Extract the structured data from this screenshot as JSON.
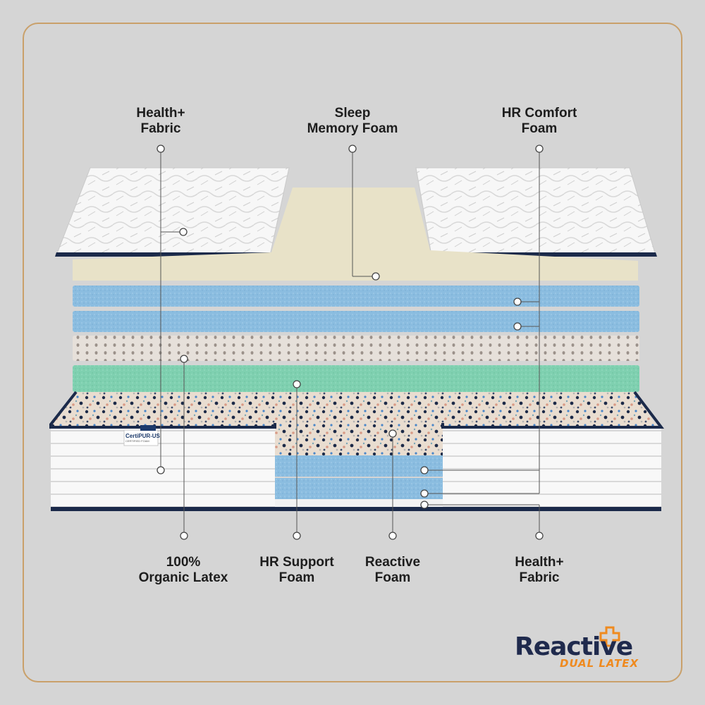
{
  "labels": {
    "top_left": {
      "line1": "Health+",
      "line2": "Fabric"
    },
    "top_center": {
      "line1": "Sleep",
      "line2": "Memory Foam"
    },
    "top_right": {
      "line1": "HR Comfort",
      "line2": "Foam"
    },
    "bottom_1": {
      "line1": "100%",
      "line2": "Organic Latex"
    },
    "bottom_2": {
      "line1": "HR Support",
      "line2": "Foam"
    },
    "bottom_3": {
      "line1": "Reactive",
      "line2": "Foam"
    },
    "bottom_4": {
      "line1": "Health+",
      "line2": "Fabric"
    }
  },
  "certification": {
    "name": "CertiPUR-US",
    "sub": "CERTIFIED FOAM"
  },
  "brand": {
    "name": "Reactive",
    "tagline": "DUAL LATEX",
    "primary_color": "#1f2a4d",
    "accent_color": "#ef8a1f"
  },
  "colors": {
    "background": "#d5d5d5",
    "frame": "#c9a06a",
    "memory_foam": "#e8e2c8",
    "comfort_foam": "#8bbde0",
    "latex": "#e6e0da",
    "support_foam": "#7fd0b0",
    "piping": "#1b2a4a"
  }
}
